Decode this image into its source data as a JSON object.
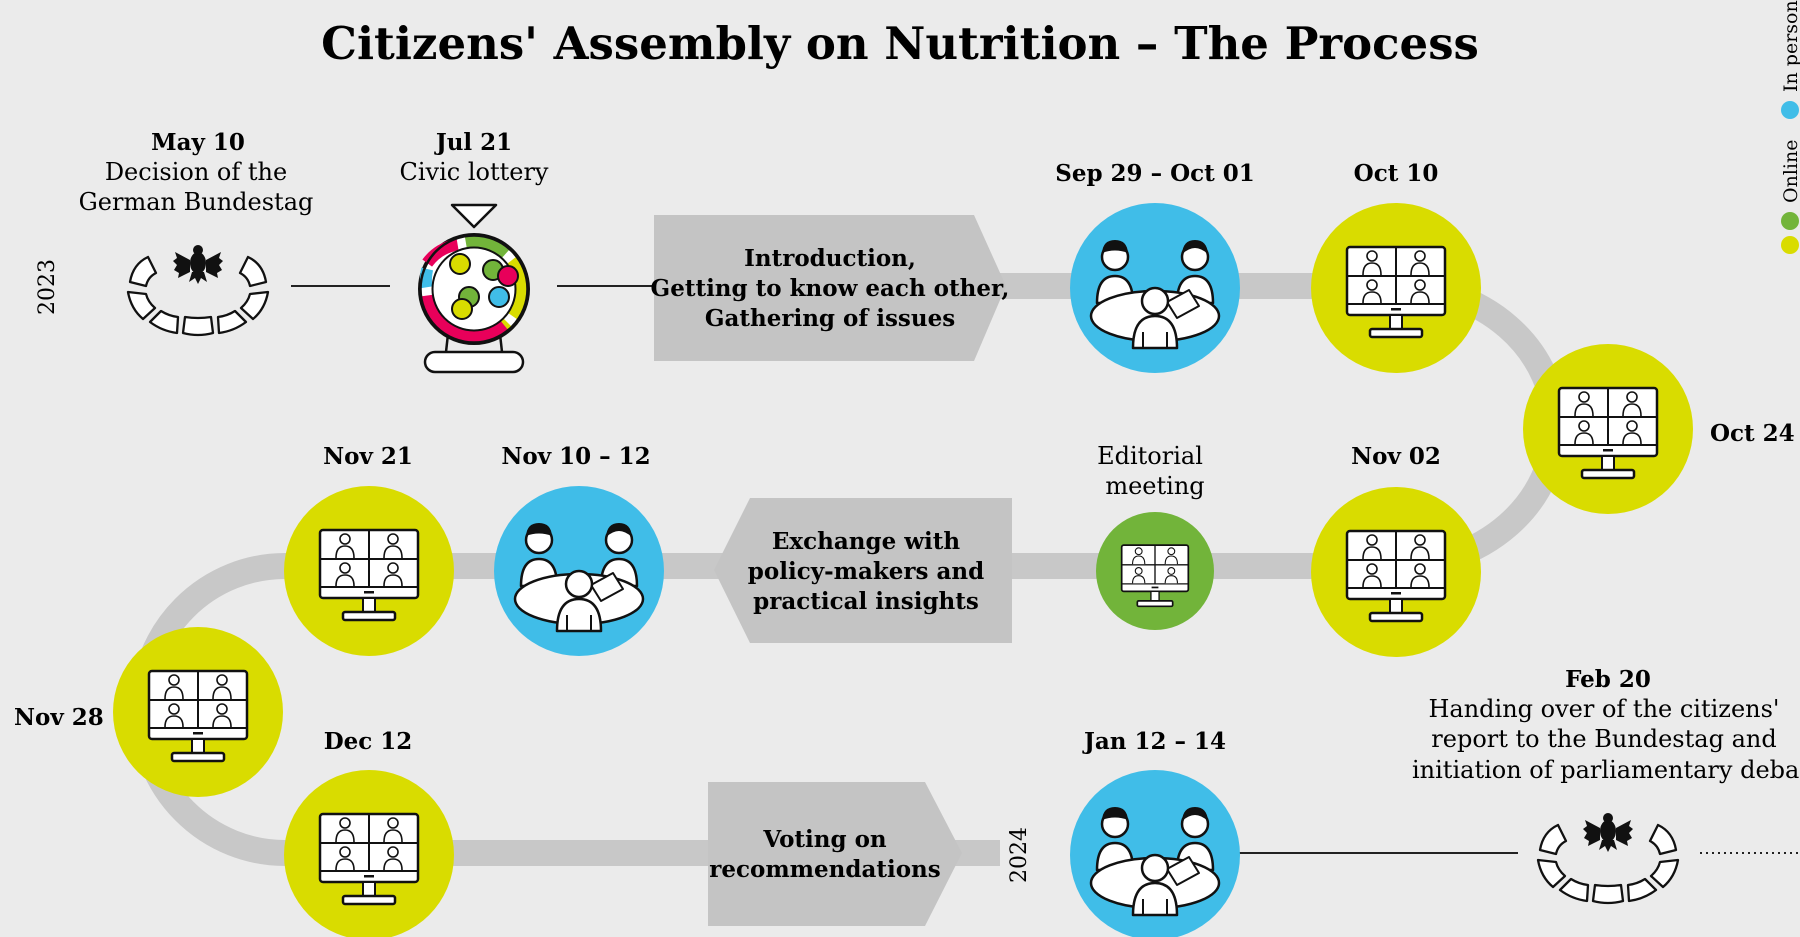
{
  "title": "Citizens' Assembly on Nutrition –  The Process",
  "legend": {
    "in_person": "In person",
    "online": "Online"
  },
  "colors": {
    "in_person": "#40bde8",
    "online": "#d9dc00",
    "editorial": "#72b43a",
    "path": "#c8c8c8",
    "box": "#c4c4c4",
    "background": "#ebebeb"
  },
  "years": {
    "y2023": "2023",
    "y2024": "2024"
  },
  "events": {
    "may10": {
      "date": "May 10",
      "line1": "Decision of the",
      "line2": "German Bundestag",
      "icon": "bundestag-eagle-icon"
    },
    "jul21": {
      "date": "Jul 21",
      "line1": "Civic lottery",
      "icon": "lottery-wheel-icon"
    },
    "sep29": {
      "date": "Sep 29 – Oct 01",
      "mode": "in person",
      "icon": "meeting-table-icon"
    },
    "oct10": {
      "date": "Oct 10",
      "mode": "online",
      "icon": "video-call-monitor-icon"
    },
    "oct24": {
      "date": "Oct 24",
      "mode": "online",
      "icon": "video-call-monitor-icon"
    },
    "nov02": {
      "date": "Nov 02",
      "mode": "online",
      "icon": "video-call-monitor-icon"
    },
    "editorial": {
      "line1": "Editorial",
      "line2": "meeting",
      "icon": "video-call-monitor-icon"
    },
    "nov10": {
      "date": "Nov 10 – 12",
      "mode": "in person",
      "icon": "meeting-table-icon"
    },
    "nov21": {
      "date": "Nov 21",
      "mode": "online",
      "icon": "video-call-monitor-icon"
    },
    "nov28": {
      "date": "Nov 28",
      "mode": "online",
      "icon": "video-call-monitor-icon"
    },
    "dec12": {
      "date": "Dec 12",
      "mode": "online",
      "icon": "video-call-monitor-icon"
    },
    "jan12": {
      "date": "Jan 12 – 14",
      "mode": "in person",
      "icon": "meeting-table-icon"
    },
    "feb20": {
      "date": "Feb 20",
      "line1": "Handing over of the citizens'",
      "line2": "report to the Bundestag and",
      "line3": "initiation of parliamentary debate",
      "icon": "bundestag-eagle-icon"
    }
  },
  "phases": {
    "phase1": {
      "line1": "Introduction,",
      "line2": "Getting to know each other,",
      "line3": "Gathering of issues"
    },
    "phase2": {
      "line1": "Exchange with",
      "line2": "policy-makers and",
      "line3": "practical insights"
    },
    "phase3": {
      "line1": "Voting on",
      "line2": "recommendations"
    }
  }
}
